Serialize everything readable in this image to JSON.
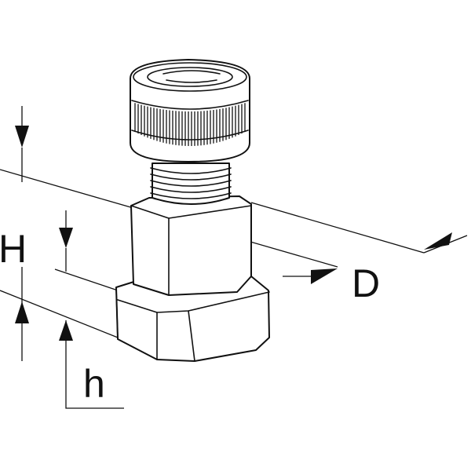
{
  "labels": {
    "H": "H",
    "h": "h",
    "D": "D"
  },
  "colors": {
    "line": "#111111",
    "background": "#ffffff"
  }
}
